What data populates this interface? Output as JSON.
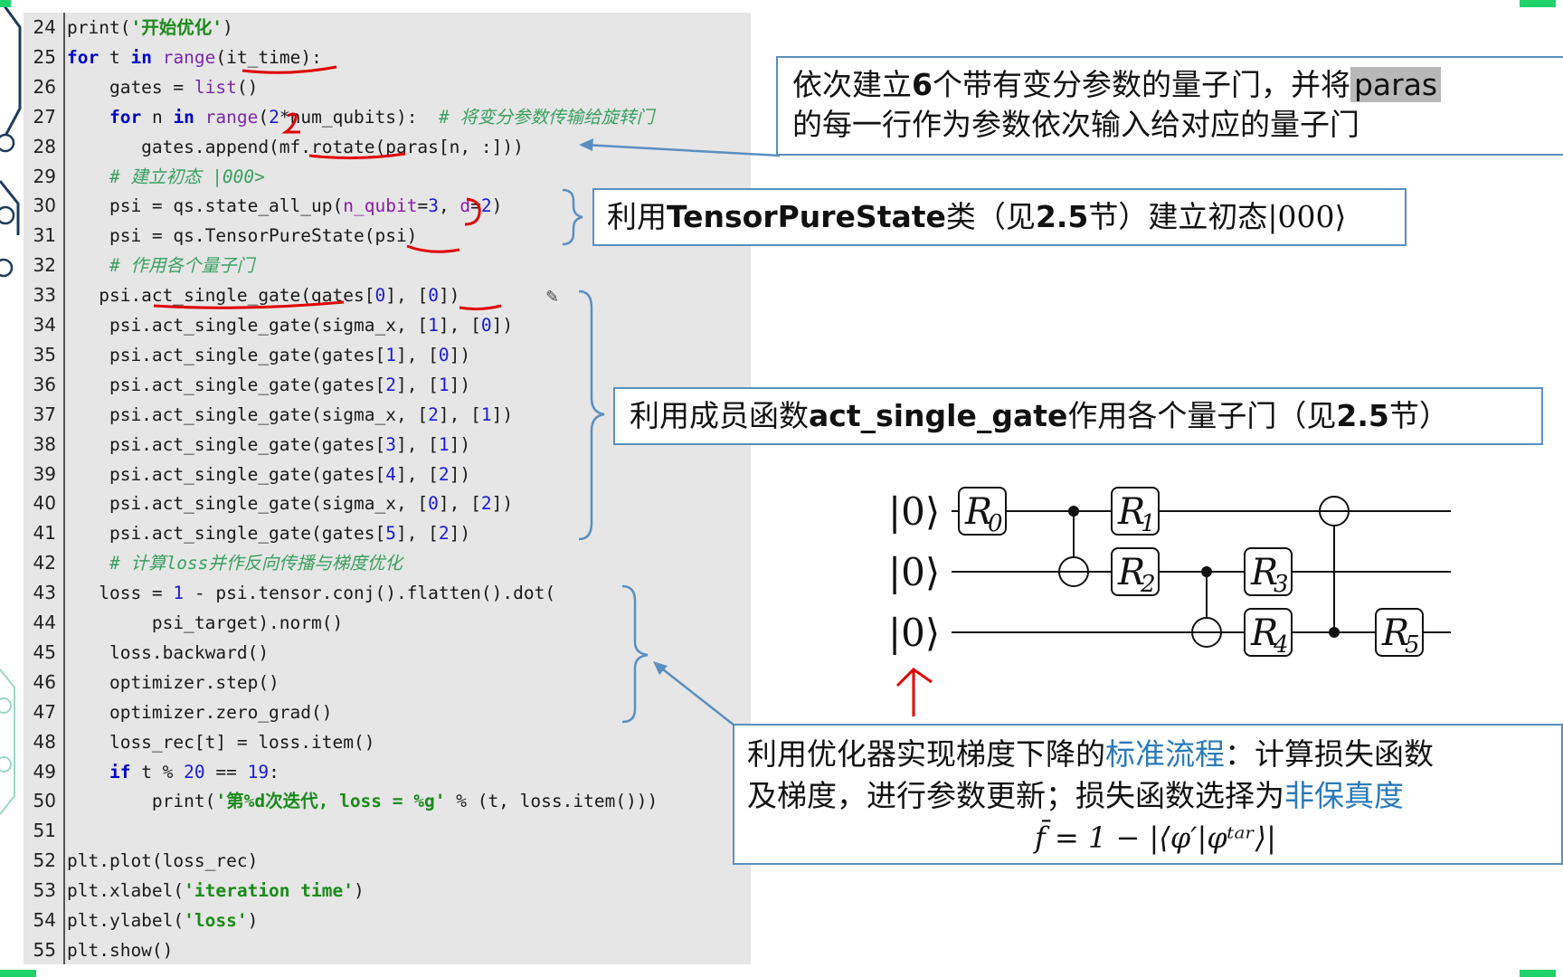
{
  "code": {
    "lines": [
      {
        "n": "24",
        "html": "print(<span class=\"str\">'开始优化'</span>)"
      },
      {
        "n": "25",
        "html": "<span class=\"kw\">for</span> t <span class=\"kw\">in</span> <span class=\"bi\">range</span>(it_time):"
      },
      {
        "n": "26",
        "html": "    gates = <span class=\"bi\">list</span>()"
      },
      {
        "n": "27",
        "html": "    <span class=\"kw\">for</span> n <span class=\"kw\">in</span> <span class=\"bi\">range</span>(<span class=\"num\">2</span>*num_qubits):  <span class=\"cm\"># 将变分参数传输给旋转门</span>"
      },
      {
        "n": "28",
        "html": "       gates.append(mf.rotate(paras[n, :]))"
      },
      {
        "n": "29",
        "html": "    <span class=\"cm\"># 建立初态 |000&gt;</span>"
      },
      {
        "n": "30",
        "html": "    psi = qs.state_all_up(<span class=\"kwarg\">n_qubit</span>=<span class=\"num\">3</span>, <span class=\"kwarg\">d</span>=<span class=\"num\">2</span>)"
      },
      {
        "n": "31",
        "html": "    psi = qs.TensorPureState(psi)"
      },
      {
        "n": "32",
        "html": "    <span class=\"cm\"># 作用各个量子门</span>"
      },
      {
        "n": "33",
        "html": "   psi.act_single_gate(gates[<span class=\"num\">0</span>], [<span class=\"num\">0</span>])"
      },
      {
        "n": "34",
        "html": "    psi.act_single_gate(sigma_x, [<span class=\"num\">1</span>], [<span class=\"num\">0</span>])"
      },
      {
        "n": "35",
        "html": "    psi.act_single_gate(gates[<span class=\"num\">1</span>], [<span class=\"num\">0</span>])"
      },
      {
        "n": "36",
        "html": "    psi.act_single_gate(gates[<span class=\"num\">2</span>], [<span class=\"num\">1</span>])"
      },
      {
        "n": "37",
        "html": "    psi.act_single_gate(sigma_x, [<span class=\"num\">2</span>], [<span class=\"num\">1</span>])"
      },
      {
        "n": "38",
        "html": "    psi.act_single_gate(gates[<span class=\"num\">3</span>], [<span class=\"num\">1</span>])"
      },
      {
        "n": "39",
        "html": "    psi.act_single_gate(gates[<span class=\"num\">4</span>], [<span class=\"num\">2</span>])"
      },
      {
        "n": "40",
        "html": "    psi.act_single_gate(sigma_x, [<span class=\"num\">0</span>], [<span class=\"num\">2</span>])"
      },
      {
        "n": "41",
        "html": "    psi.act_single_gate(gates[<span class=\"num\">5</span>], [<span class=\"num\">2</span>])"
      },
      {
        "n": "42",
        "html": "    <span class=\"cm\"># 计算loss并作反向传播与梯度优化</span>"
      },
      {
        "n": "43",
        "html": "   loss = <span class=\"num\">1</span> - psi.tensor.conj().flatten().dot("
      },
      {
        "n": "44",
        "html": "        psi_target).norm()"
      },
      {
        "n": "45",
        "html": "    loss.backward()"
      },
      {
        "n": "46",
        "html": "    optimizer.step()"
      },
      {
        "n": "47",
        "html": "    optimizer.zero_grad()"
      },
      {
        "n": "48",
        "html": "    loss_rec[t] = loss.item()"
      },
      {
        "n": "49",
        "html": "    <span class=\"kw\">if</span> t % <span class=\"num\">20</span> == <span class=\"num\">19</span>:"
      },
      {
        "n": "50",
        "html": "        print(<span class=\"str\">'第%d次迭代, loss = %g'</span> % (t, loss.item()))"
      },
      {
        "n": "51",
        "html": ""
      },
      {
        "n": "52",
        "html": "plt.plot(loss_rec)"
      },
      {
        "n": "53",
        "html": "plt.xlabel(<span class=\"str\">'iteration time'</span>)"
      },
      {
        "n": "54",
        "html": "plt.ylabel(<span class=\"str\">'loss'</span>)"
      },
      {
        "n": "55",
        "html": "plt.show()"
      }
    ]
  },
  "callouts": {
    "c1": {
      "line1_pre": "依次建立",
      "line1_bold": "6",
      "line1_mid": "个带有变分参数的量子门，并将",
      "line1_hl": "paras",
      "line2": "的每一行作为参数依次输入给对应的量子门"
    },
    "c2": {
      "pre": "利用",
      "bold": "TensorPureState",
      "mid": "类（见",
      "bold2": "2.5",
      "post": "节）建立初态|000⟩"
    },
    "c3": {
      "pre": "利用成员函数",
      "bold": "act_single_gate",
      "mid": "作用各个量子门（见",
      "bold2": "2.5",
      "post": "节）"
    },
    "c4": {
      "line1_pre": "利用优化器实现梯度下降的",
      "line1_blue": "标准流程",
      "line1_post": "：计算损失函数",
      "line2_pre": "及梯度，进行参数更新；损失函数选择为",
      "line2_blue": "非保真度",
      "formula": "f̄ = 1 − |⟨φ′|φᵗᵃʳ⟩|"
    }
  },
  "circuit": {
    "inputs": [
      "|0⟩",
      "|0⟩",
      "|0⟩"
    ],
    "gates": [
      "R",
      "R",
      "R",
      "R",
      "R",
      "R"
    ],
    "subs": [
      "0",
      "1",
      "2",
      "3",
      "4",
      "5"
    ]
  },
  "colors": {
    "accent": "#5a8fc0",
    "annotation": "#e00000",
    "panel": "#e6e6e6"
  }
}
